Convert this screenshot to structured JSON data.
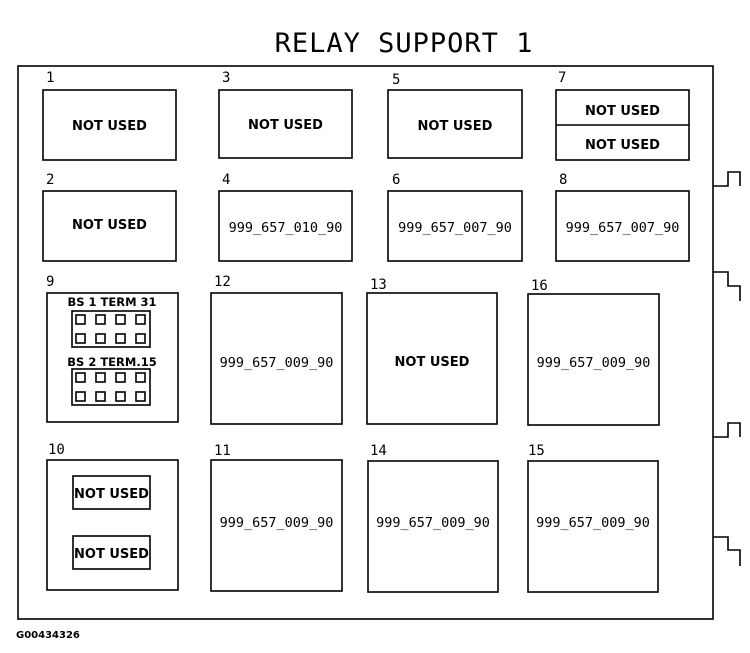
{
  "title": "RELAY SUPPORT 1",
  "figure_code": "G00434326",
  "positions": [
    {
      "num": "1",
      "text": "NOT USED"
    },
    {
      "num": "3",
      "text": "NOT USED"
    },
    {
      "num": "5",
      "text": "NOT USED"
    },
    {
      "num": "7",
      "text_top": "NOT USED",
      "text_bottom": "NOT USED"
    },
    {
      "num": "2",
      "text": "NOT USED"
    },
    {
      "num": "4",
      "text": "999_657_010_90"
    },
    {
      "num": "6",
      "text": "999_657_007_90"
    },
    {
      "num": "8",
      "text": "999_657_007_90"
    },
    {
      "num": "9",
      "bs1": "BS 1 TERM 31",
      "bs2": "BS 2 TERM.15"
    },
    {
      "num": "12",
      "text": "999_657_009_90"
    },
    {
      "num": "13",
      "text": "NOT USED"
    },
    {
      "num": "16",
      "text": "999_657_009_90"
    },
    {
      "num": "10",
      "text_top": "NOT USED",
      "text_bottom": "NOT USED"
    },
    {
      "num": "11",
      "text": "999_657_009_90"
    },
    {
      "num": "14",
      "text": "999_657_009_90"
    },
    {
      "num": "15",
      "text": "999_657_009_90"
    }
  ]
}
